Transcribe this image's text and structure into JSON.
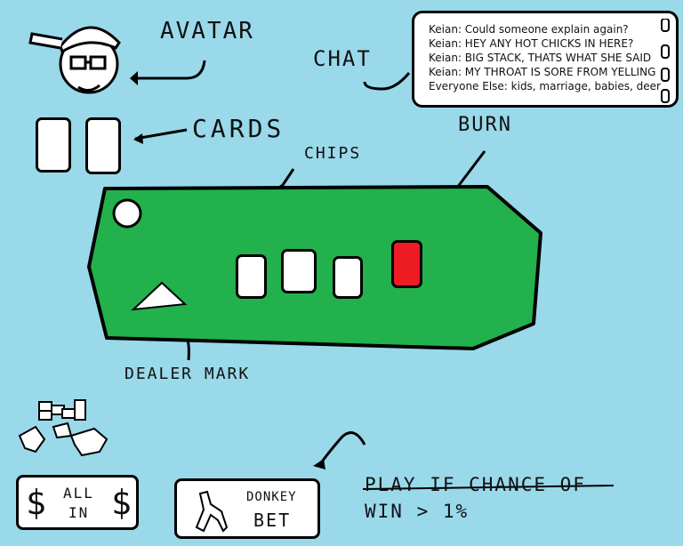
{
  "labels": {
    "avatar": "AVATAR",
    "chat": "CHAT",
    "cards": "CARDS",
    "chips": "CHIPS",
    "burn": "BURN",
    "dealer_mark": "DEALER MARK",
    "note": "PLAY IF CHANCE OF WIN > 1%"
  },
  "chat": {
    "messages": [
      "Keian: Could someone explain again?",
      "Keian: HEY ANY HOT CHICKS IN HERE?",
      "Keian: BIG STACK, THATS WHAT SHE SAID",
      "Keian: MY THROAT IS SORE FROM YELLING",
      "Everyone Else: kids, marriage, babies, deer"
    ]
  },
  "buttons": {
    "all_in": {
      "line1": "ALL",
      "line2": "IN",
      "symbol": "$"
    },
    "donkey_bet": {
      "line1": "DONKEY",
      "line2": "BET"
    }
  },
  "colors": {
    "background": "#99d9ea",
    "table": "#22b14c",
    "burn_card": "#ed1c24",
    "card": "#ffffff"
  },
  "icons": [
    "avatar-face-icon",
    "chip-icon",
    "dealer-mark-icon",
    "chip-stacks-icon",
    "donkey-icon",
    "dollar-icon"
  ]
}
